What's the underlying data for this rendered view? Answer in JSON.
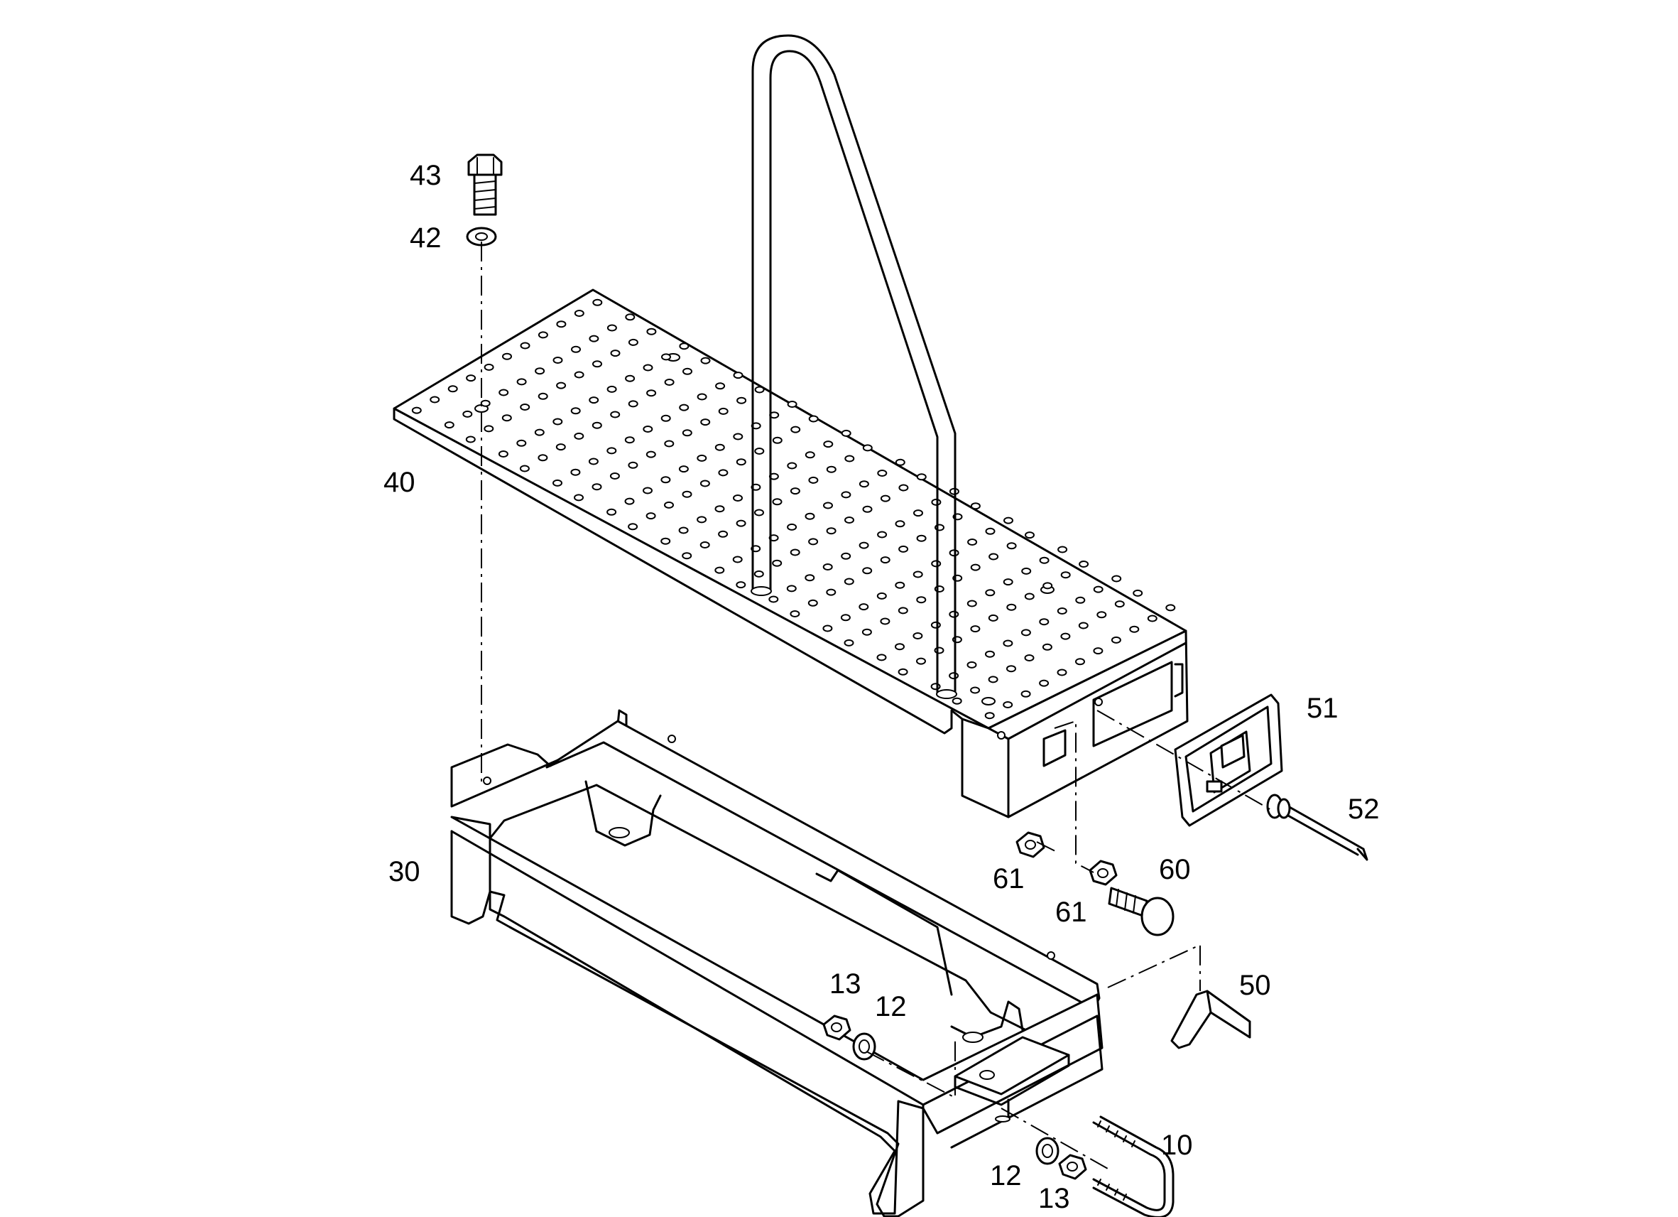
{
  "callouts": {
    "p43": "43",
    "p42": "42",
    "p40": "40",
    "p30": "30",
    "p51": "51",
    "p52": "52",
    "p61a": "61",
    "p61b": "61",
    "p60": "60",
    "p50": "50",
    "p13a": "13",
    "p12a": "12",
    "p10": "10",
    "p12b": "12",
    "p13b": "13"
  },
  "colors": {
    "line": "#000000",
    "background": "#ffffff"
  }
}
